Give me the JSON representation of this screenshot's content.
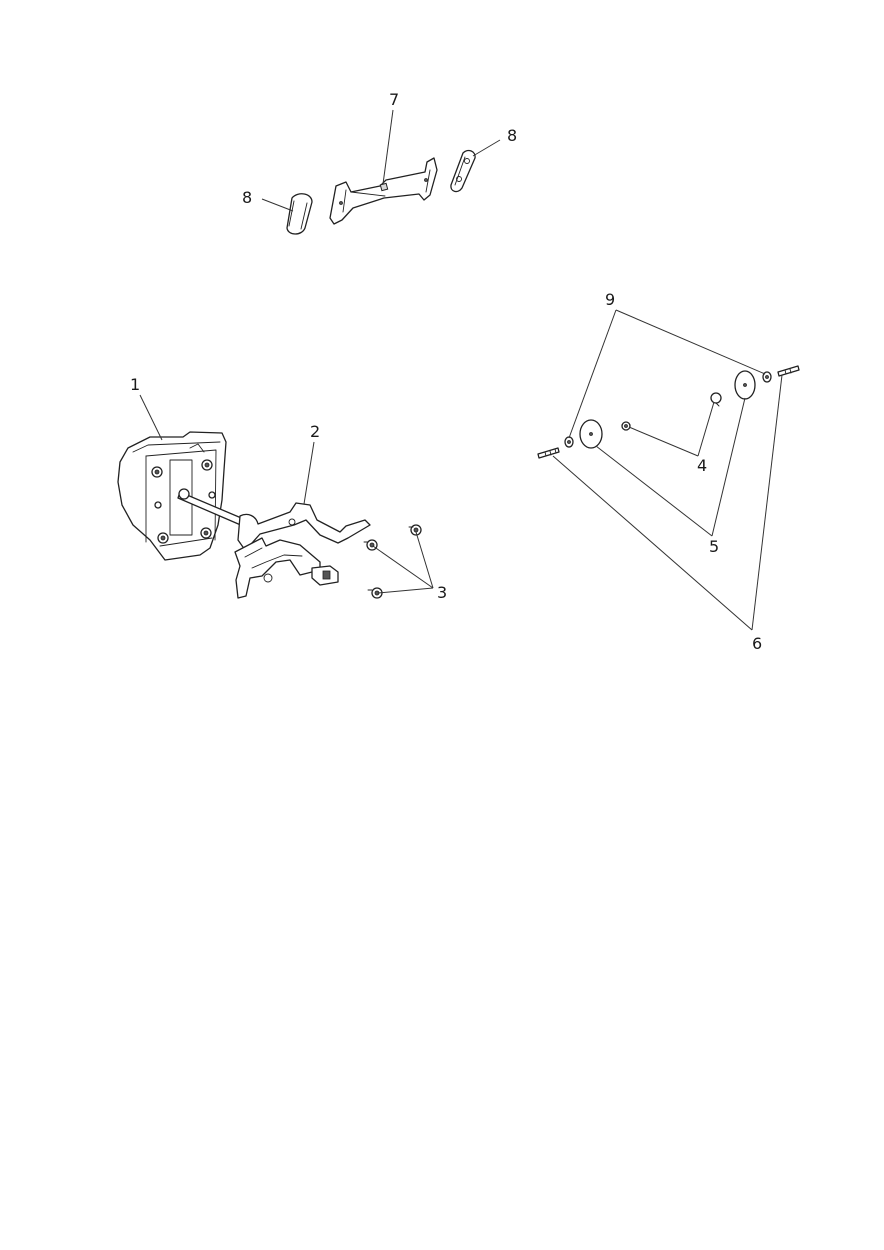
{
  "callouts": {
    "c1": "1",
    "c2": "2",
    "c3": "3",
    "c4": "4",
    "c5": "5",
    "c6": "6",
    "c7": "7",
    "c8a": "8",
    "c8b": "8",
    "c9": "9"
  }
}
